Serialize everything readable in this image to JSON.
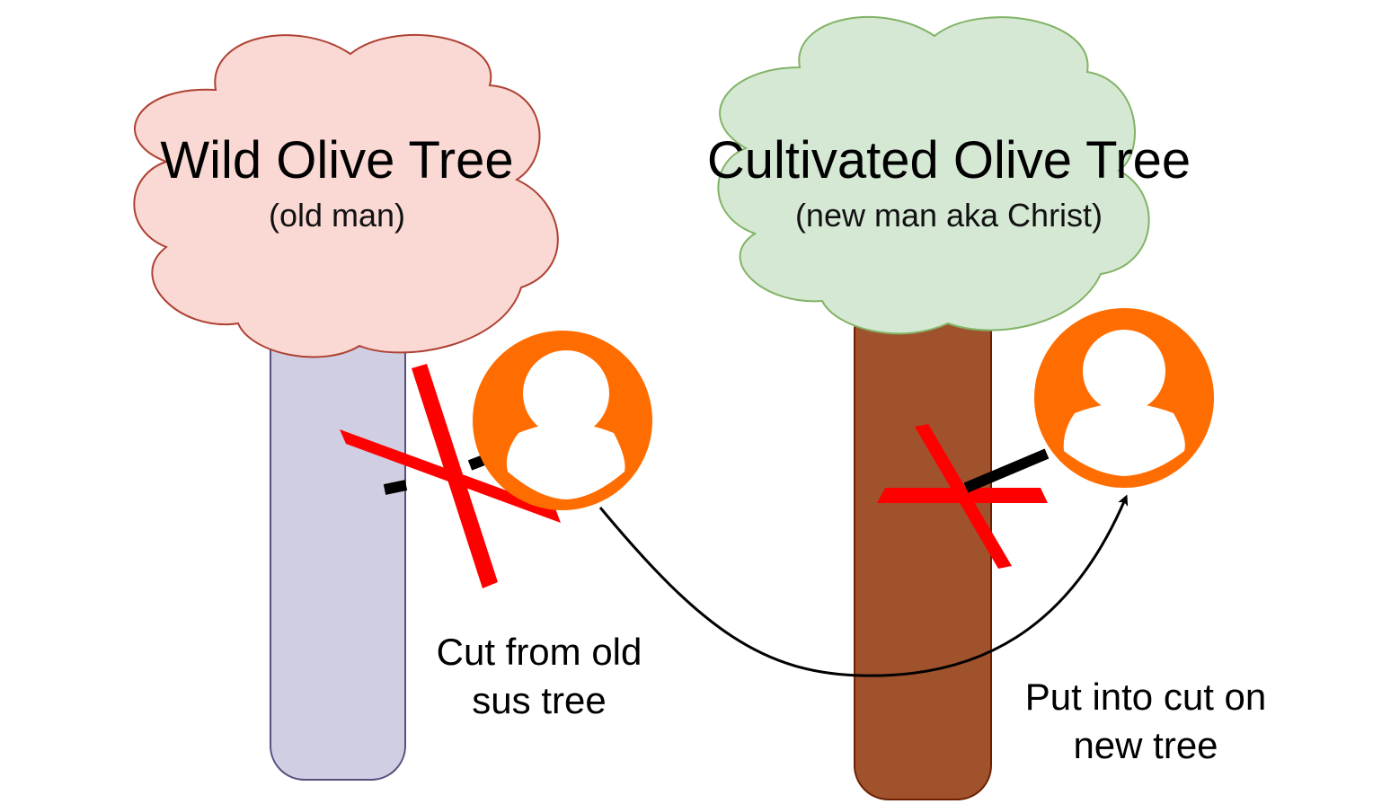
{
  "wild_tree": {
    "title": "Wild Olive Tree",
    "subtitle": "(old man)",
    "canopy_fill": "#fad9d5",
    "canopy_stroke": "#ae4132",
    "trunk_fill": "#d0cee2",
    "trunk_stroke": "#56517e"
  },
  "cultivated_tree": {
    "title": "Cultivated Olive Tree",
    "subtitle": "(new man aka Christ)",
    "canopy_fill": "#d5e8d4",
    "canopy_stroke": "#82b366",
    "trunk_fill": "#a0522d",
    "trunk_stroke": "#6d1f00"
  },
  "captions": {
    "cut_from_line1": "Cut from old",
    "cut_from_line2": "sus tree",
    "put_into_line1": "Put into cut on",
    "put_into_line2": "new tree"
  },
  "colors": {
    "person": "#ff6d00",
    "cut_mark": "#ff0000",
    "branch": "#000000",
    "arrow": "#000000"
  }
}
